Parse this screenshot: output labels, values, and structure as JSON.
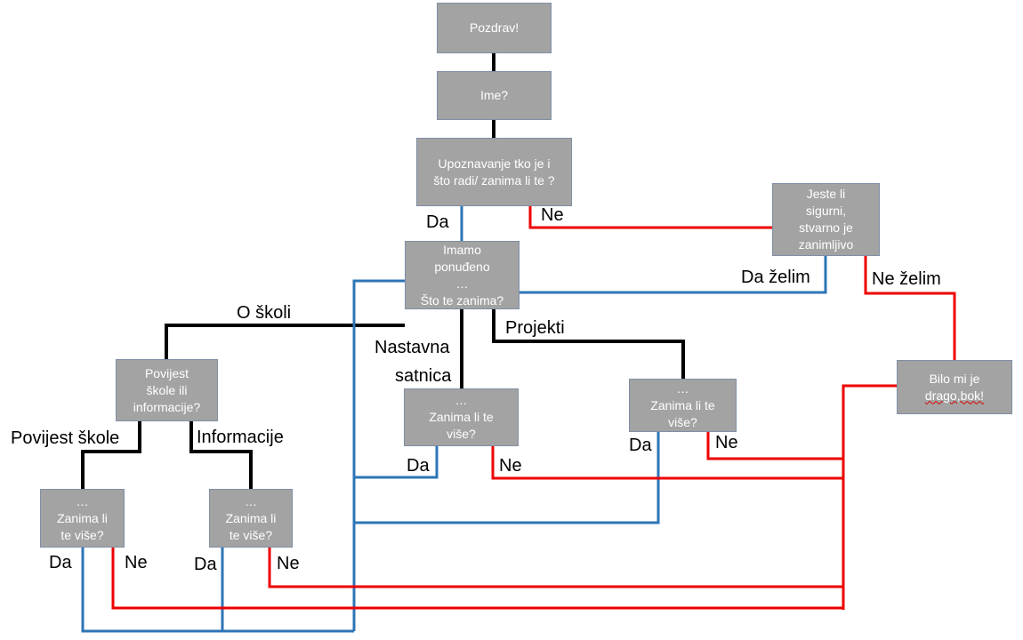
{
  "nodes": {
    "pozdrav": "Pozdrav!",
    "ime": "Ime?",
    "upoznavanje": "Upoznavanje tko je i\nšto radi/ zanima li te ?",
    "jeste": "Jeste li\nsigurni,\nstvarno je\nzanimljivo",
    "imamo": "Imamo\nponuđeno\n…\nŠto te zanima?",
    "bilo_pre": "Bilo mi je\n",
    "bilo_word": "drago,bok!",
    "povijest": "Povijest\nškole ili\ninformacije?",
    "zanima_mid": "…\nZanima li te\nviše?",
    "zanima_right": "…\nZanima li te\nviše?",
    "zanima_left1": "…\nZanima li\nte više?",
    "zanima_left2": "…\nZanima li\nte više?"
  },
  "edge_labels": {
    "da_top": "Da",
    "ne_top": "Ne",
    "da_zelim": "Da želim",
    "ne_zelim": "Ne želim",
    "o_skoli": "O školi",
    "nastavna": "Nastavna",
    "satnica": "satnica",
    "projekti": "Projekti",
    "povijest_skole": "Povijest škole",
    "informacije": "Informacije",
    "da_mid": "Da",
    "ne_mid": "Ne",
    "da_right": "Da",
    "ne_right": "Ne",
    "da_left1": "Da",
    "ne_left1": "Ne",
    "da_left2": "Da",
    "ne_left2": "Ne"
  },
  "colors": {
    "node_fill": "#a3a3a3",
    "node_border": "#7f8fa6",
    "yes_line": "#2e75b6",
    "no_line": "#ee0000",
    "flow_line": "#000000"
  }
}
